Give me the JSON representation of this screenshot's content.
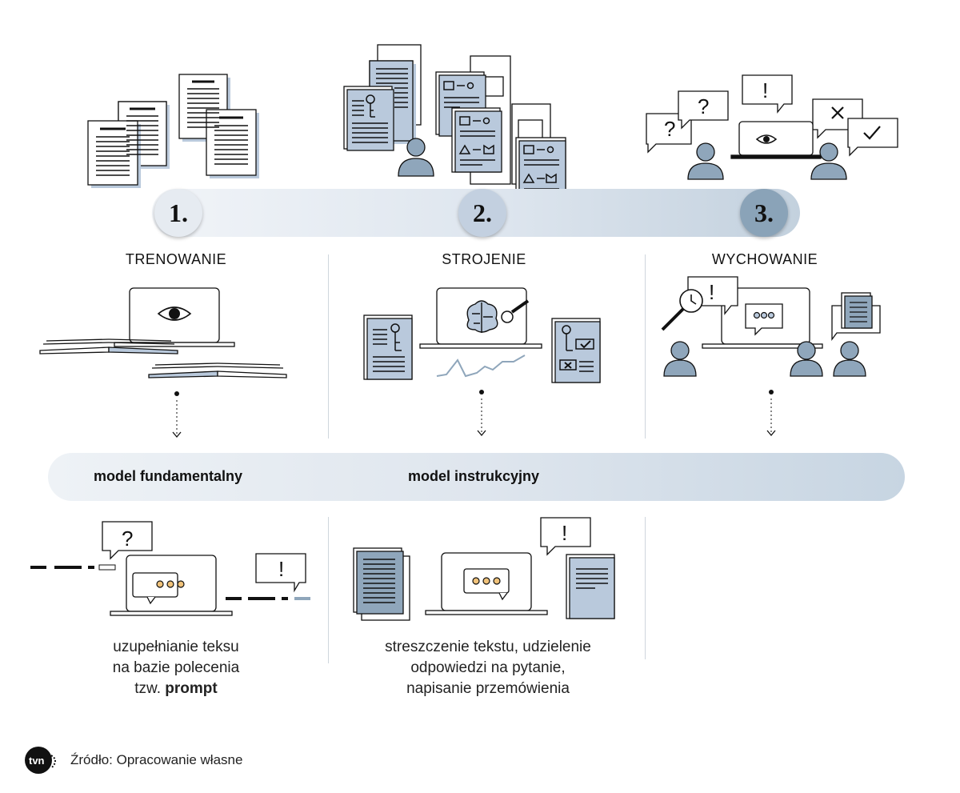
{
  "steps": [
    {
      "number": "1.",
      "title": "TRENOWANIE",
      "circle_color": "#e6ebf1"
    },
    {
      "number": "2.",
      "title": "STROJENIE",
      "circle_color": "#c3d0e0"
    },
    {
      "number": "3.",
      "title": "WYCHOWANIE",
      "circle_color": "#8aa3b8"
    }
  ],
  "models": {
    "fundamental": "model fundamentalny",
    "instruction": "model instrukcyjny"
  },
  "descriptions": {
    "fundamental": {
      "line1": "uzupełnianie teksu",
      "line2": "na bazie polecenia",
      "line3_prefix": "tzw. ",
      "line3_bold": "prompt"
    },
    "instruction": {
      "line1": "streszczenie tekstu, udzielenie",
      "line2": "odpowiedzi na pytanie,",
      "line3": "napisanie przemówienia"
    }
  },
  "footer": {
    "logo_text": "tvn24",
    "source": "Źródło: Opracowanie własne"
  },
  "icons": {
    "question": "?",
    "exclamation": "!",
    "cross": "✕",
    "check": "✓",
    "dots": "ooo"
  },
  "colors": {
    "accent": "#b9c9dc",
    "person": "#8fa6bb",
    "line": "#111111"
  }
}
